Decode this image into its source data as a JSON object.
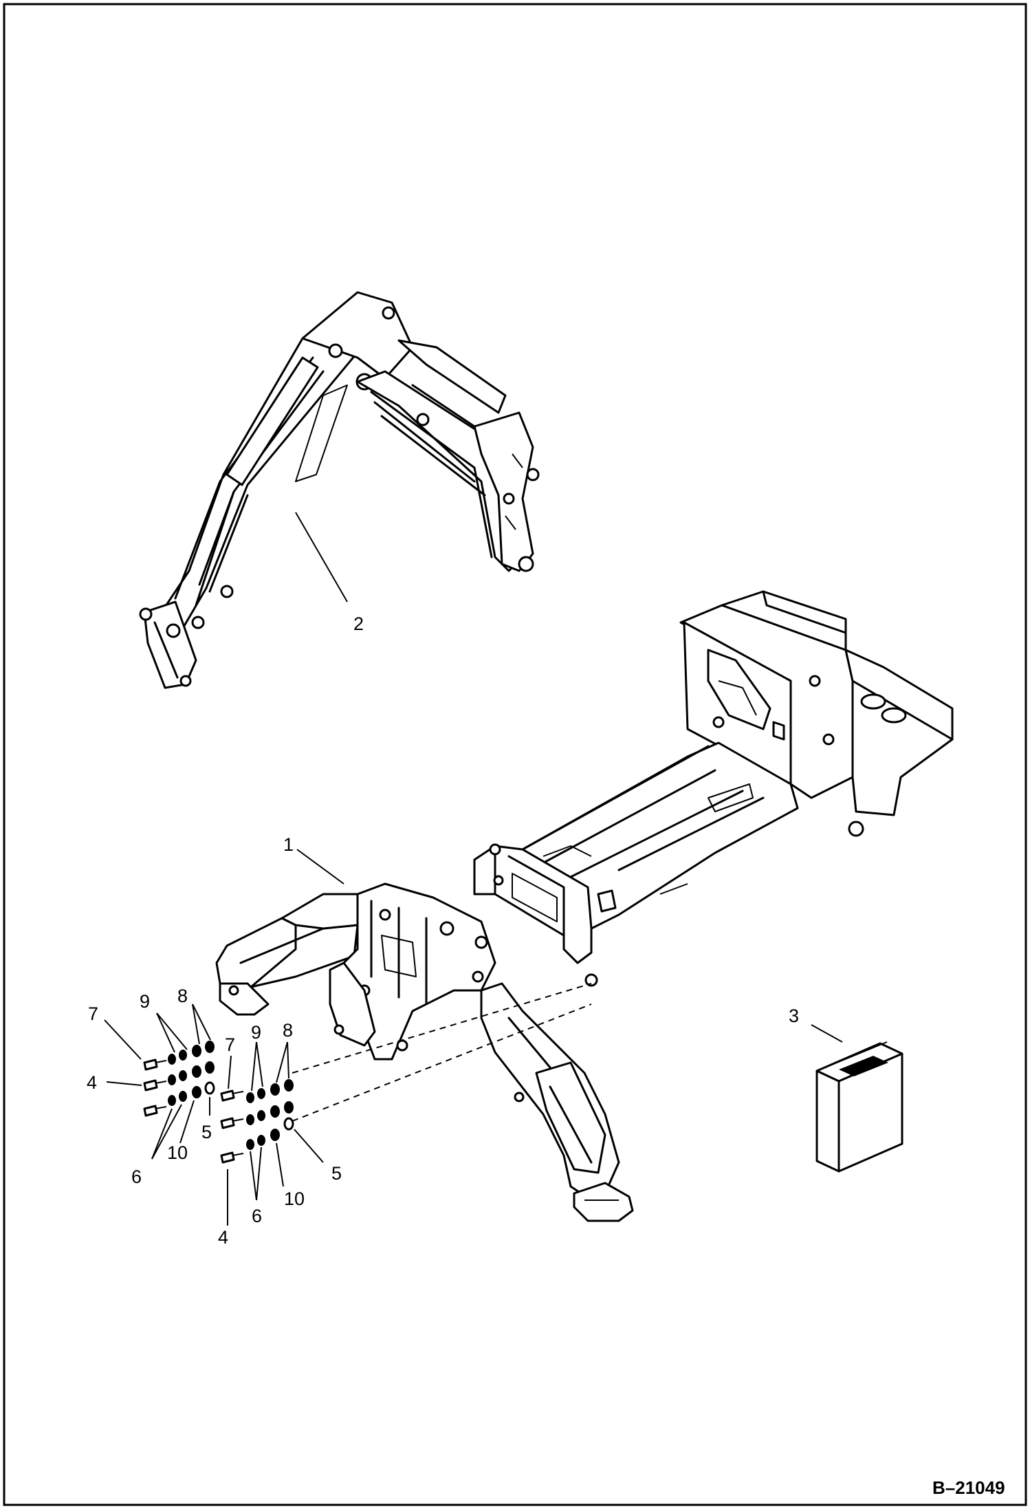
{
  "figure_number": "B–21049",
  "callouts": {
    "c1": "1",
    "c2": "2",
    "c3": "3",
    "c4a": "4",
    "c4b": "4",
    "c5a": "5",
    "c5b": "5",
    "c6a": "6",
    "c6b": "6",
    "c7a": "7",
    "c7b": "7",
    "c8a": "8",
    "c8b": "8",
    "c9a": "9",
    "c9b": "9",
    "c10a": "10",
    "c10b": "10"
  }
}
